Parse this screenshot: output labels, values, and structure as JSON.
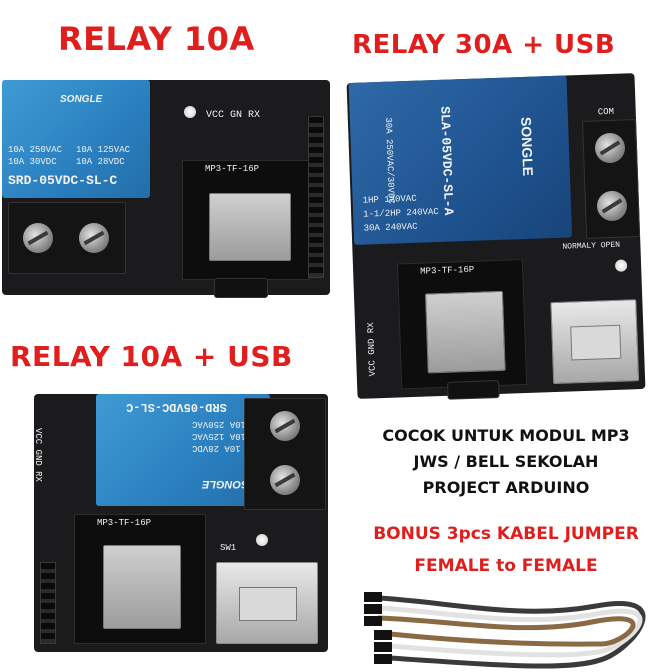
{
  "headlines": {
    "relay_10a": "RELAY 10A",
    "relay_30a_usb": "RELAY 30A + USB",
    "relay_10a_usb": "RELAY 10A + USB"
  },
  "caption": {
    "line1": "COCOK UNTUK MODUL MP3",
    "line2": "JWS  /  BELL SEKOLAH",
    "line3": "PROJECT  ARDUINO"
  },
  "bonus": {
    "line1": "BONUS 3pcs KABEL JUMPER",
    "line2": "FEMALE to FEMALE"
  },
  "board_10a": {
    "relay_brand": "SONGLE",
    "relay_model": "SRD-05VDC-SL-C",
    "relay_rating_1": "10A 250VAC",
    "relay_rating_2": "10A 30VDC",
    "relay_rating_3": "10A 125VAC",
    "relay_rating_4": "10A 28VDC",
    "pins": "VCC  GN  RX",
    "mp3_label": "MP3-TF-16P"
  },
  "board_30a": {
    "relay_brand": "SONGLE",
    "relay_model": "SLA-05VDC-SL-A",
    "relay_rating_1": "30A 250VAC/30VDC",
    "relay_rating_2": "1HP 120VAC",
    "relay_rating_3": "1-1/2HP 240VAC",
    "relay_rating_4": "30A 240VAC",
    "com_label": "COM",
    "no_label": "NORMALY OPEN",
    "mp3_label": "MP3-TF-16P",
    "pins": "VCC  GND  RX"
  },
  "board_10a_usb": {
    "relay_brand": "SONGLE",
    "relay_model": "SRD-05VDC-SL-C",
    "relay_rating_1": "10A 250VAC",
    "relay_rating_2": "10A 125VAC",
    "relay_rating_3": "10A 28VDC",
    "pins": "VCC  GND  RX",
    "mp3_label": "MP3-TF-16P",
    "sw_label": "SW1"
  },
  "colors": {
    "headline_red": "#e01e1e",
    "pcb_black": "#1b1b1d",
    "relay_blue": "#2a7fbf",
    "relay_dark_blue": "#1f5390"
  },
  "icons": {
    "screw": "screw-terminal-icon",
    "usb": "usb-port-icon",
    "cable": "jumper-cable-icon"
  }
}
